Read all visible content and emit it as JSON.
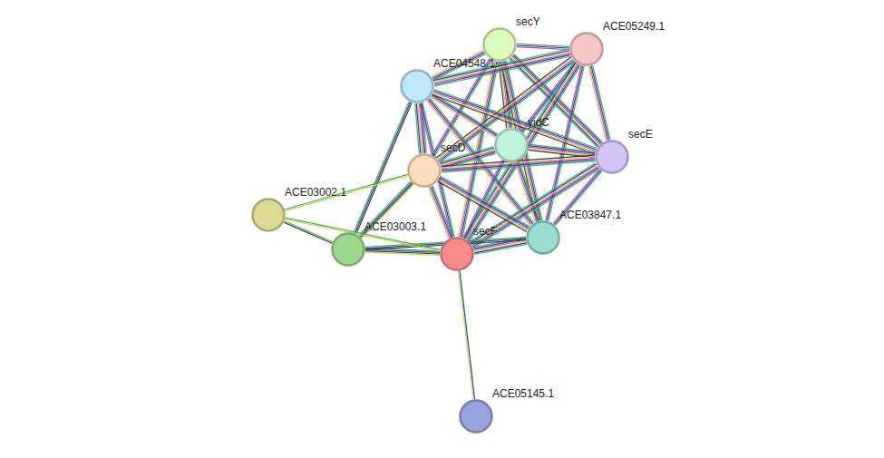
{
  "diagram": {
    "nodes": [
      {
        "text": [
          "secY"
        ]
      },
      {
        "text": [
          "ACE05249.1"
        ]
      },
      {
        "text": [
          "ACE04548.1"
        ]
      },
      {
        "text": [
          "yidC"
        ]
      },
      {
        "text": [
          "secE"
        ]
      },
      {
        "text": [
          "secD"
        ]
      },
      {
        "text": [
          "ACE03002.1"
        ]
      },
      {
        "text": [
          "ACE03003.1"
        ]
      },
      {
        "text": [
          "secF"
        ]
      },
      {
        "text": [
          "ACE03847.1"
        ]
      },
      {
        "text": [
          "ACE05145.1"
        ]
      }
    ],
    "edges": [
      {
        "from": 0,
        "to": 1,
        "arrow": "none"
      },
      {
        "from": 0,
        "to": 2,
        "arrow": "none"
      },
      {
        "from": 0,
        "to": 3,
        "arrow": "none"
      },
      {
        "from": 0,
        "to": 4,
        "arrow": "none"
      },
      {
        "from": 0,
        "to": 5,
        "arrow": "none"
      },
      {
        "from": 0,
        "to": 8,
        "arrow": "none"
      },
      {
        "from": 0,
        "to": 9,
        "arrow": "none"
      },
      {
        "from": 1,
        "to": 2,
        "arrow": "none"
      },
      {
        "from": 1,
        "to": 3,
        "arrow": "none"
      },
      {
        "from": 1,
        "to": 4,
        "arrow": "none"
      },
      {
        "from": 1,
        "to": 5,
        "arrow": "none"
      },
      {
        "from": 1,
        "to": 8,
        "arrow": "none"
      },
      {
        "from": 1,
        "to": 9,
        "arrow": "none"
      },
      {
        "from": 2,
        "to": 3,
        "arrow": "none"
      },
      {
        "from": 2,
        "to": 4,
        "arrow": "none"
      },
      {
        "from": 2,
        "to": 5,
        "arrow": "none"
      },
      {
        "from": 2,
        "to": 8,
        "arrow": "none"
      },
      {
        "from": 2,
        "to": 9,
        "arrow": "none"
      },
      {
        "from": 3,
        "to": 4,
        "arrow": "none"
      },
      {
        "from": 3,
        "to": 5,
        "arrow": "none"
      },
      {
        "from": 3,
        "to": 8,
        "arrow": "none"
      },
      {
        "from": 3,
        "to": 9,
        "arrow": "none"
      },
      {
        "from": 4,
        "to": 5,
        "arrow": "none"
      },
      {
        "from": 4,
        "to": 8,
        "arrow": "none"
      },
      {
        "from": 4,
        "to": 9,
        "arrow": "none"
      },
      {
        "from": 5,
        "to": 8,
        "arrow": "none"
      },
      {
        "from": 5,
        "to": 9,
        "arrow": "none"
      },
      {
        "from": 8,
        "to": 9,
        "arrow": "none"
      },
      {
        "from": 7,
        "to": 2,
        "arrow": "none"
      },
      {
        "from": 7,
        "to": 5,
        "arrow": "none"
      },
      {
        "from": 7,
        "to": 8,
        "arrow": "none"
      },
      {
        "from": 7,
        "to": 9,
        "arrow": "none"
      },
      {
        "from": 6,
        "to": 5,
        "arrow": "none"
      },
      {
        "from": 6,
        "to": 8,
        "arrow": "none"
      },
      {
        "from": 6,
        "to": 7,
        "arrow": "none"
      },
      {
        "from": 8,
        "to": 10,
        "arrow": "none"
      }
    ]
  }
}
